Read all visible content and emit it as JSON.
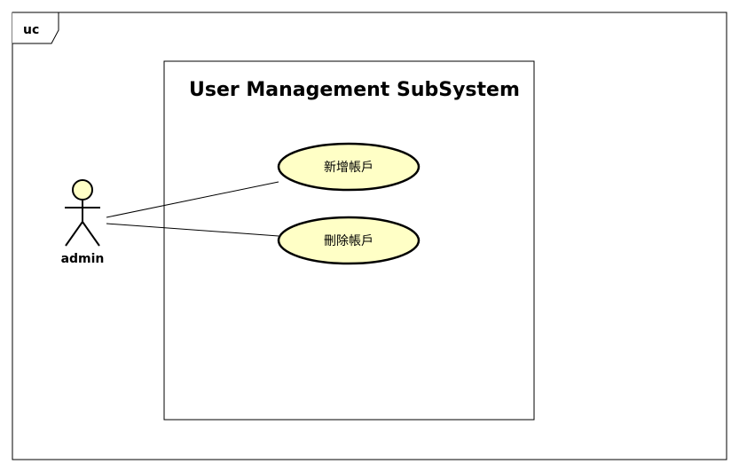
{
  "frame": {
    "label": "uc"
  },
  "system": {
    "title": "User Management SubSystem"
  },
  "actor": {
    "name": "admin"
  },
  "use_cases": [
    {
      "label": "新增帳戶"
    },
    {
      "label": "刪除帳戶"
    }
  ],
  "colors": {
    "fill": "#ffffc6",
    "line": "#000000",
    "background": "#ffffff"
  }
}
